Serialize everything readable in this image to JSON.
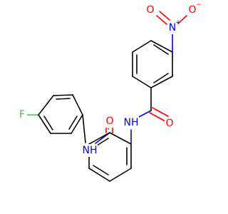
{
  "molecule": {
    "colors": {
      "carbon_bond": "#000000",
      "nitrogen": "#0000ff",
      "oxygen": "#ff0000",
      "fluorine": "#33cc33",
      "background": "#ffffff"
    },
    "atoms": {
      "F": {
        "symbol": "F",
        "element": "fluorine"
      },
      "NH1": {
        "symbol": "NH",
        "element": "nitrogen"
      },
      "O1": {
        "symbol": "O",
        "element": "oxygen"
      },
      "NH2": {
        "symbol": "NH",
        "element": "nitrogen"
      },
      "O2": {
        "symbol": "O",
        "element": "oxygen"
      },
      "N3": {
        "symbol": "N",
        "element": "nitrogen",
        "charge": "+"
      },
      "O3": {
        "symbol": "O",
        "element": "oxygen",
        "charge": "−"
      },
      "O4": {
        "symbol": "O",
        "element": "oxygen"
      }
    }
  }
}
